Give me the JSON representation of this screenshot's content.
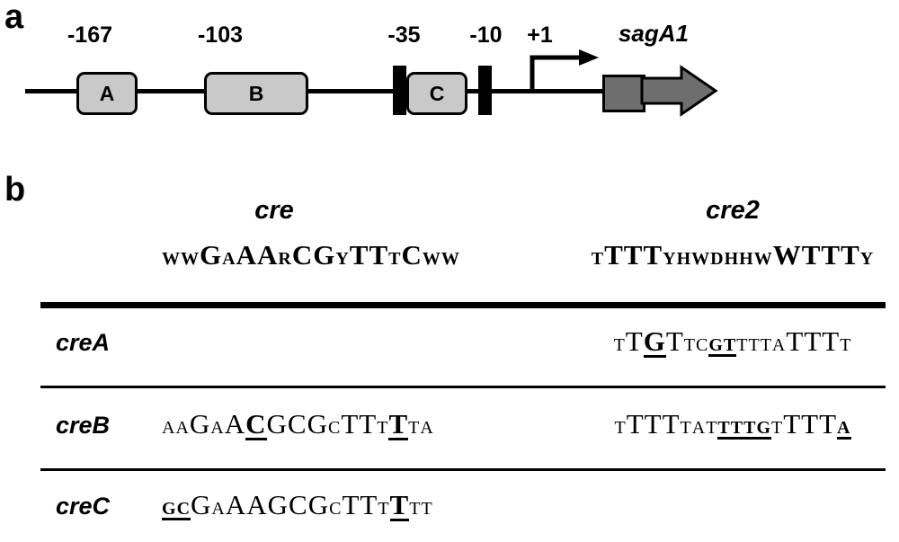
{
  "figure": {
    "panel_a": {
      "panel_label": "a",
      "positions": [
        "-167",
        "-103",
        "-35",
        "-10",
        "+1"
      ],
      "gene_label": "sagA1",
      "box_a": "A",
      "box_b": "B",
      "box_c": "C"
    },
    "panel_b": {
      "panel_label": "b",
      "col_cre": "cre",
      "col_cre2": "cre2",
      "consensus_cre": "wwGaAArCGyTTtCww",
      "consensus_cre2": "tTTTyhwdhhwWTTTy",
      "rows": [
        {
          "name": "creA",
          "cre": "",
          "cre2": "tT{G}Ttc{gt}tttaTTTt"
        },
        {
          "name": "creB",
          "cre": "aaGaA{C}GCGcTTt{T}ta",
          "cre2": "tTTTtat{tttg}tTTT{a}"
        },
        {
          "name": "creC",
          "cre": "{gc}GaAAGCGcTTt{T}tt",
          "cre2": ""
        }
      ]
    },
    "colors": {
      "box_fill": "#c9c9c9",
      "gene_fill": "#6e6e6e",
      "line": "#000000"
    }
  }
}
